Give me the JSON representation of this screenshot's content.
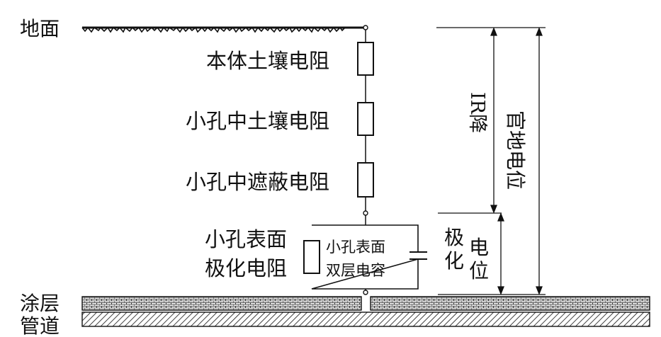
{
  "labels": {
    "ground": "地面",
    "coating": "涂层",
    "pipe": "管道",
    "bulk_soil_resistance": "本体土壤电阻",
    "hole_soil_resistance": "小孔中土壤电阻",
    "hole_shielding_resistance": "小孔中遮蔽电阻",
    "hole_surface_polarization_resistance_line1": "小孔表面",
    "hole_surface_polarization_resistance_line2": "极化电阻",
    "double_layer_capacitance_line1": "小孔表面",
    "double_layer_capacitance_line2": "双层电容",
    "ir_drop": "IR降",
    "polarization_potential_chars": [
      "极",
      "化",
      "电",
      "位"
    ],
    "pipe_to_soil_potential": "官地电位"
  },
  "colors": {
    "ink": "#111111",
    "background": "#ffffff"
  }
}
